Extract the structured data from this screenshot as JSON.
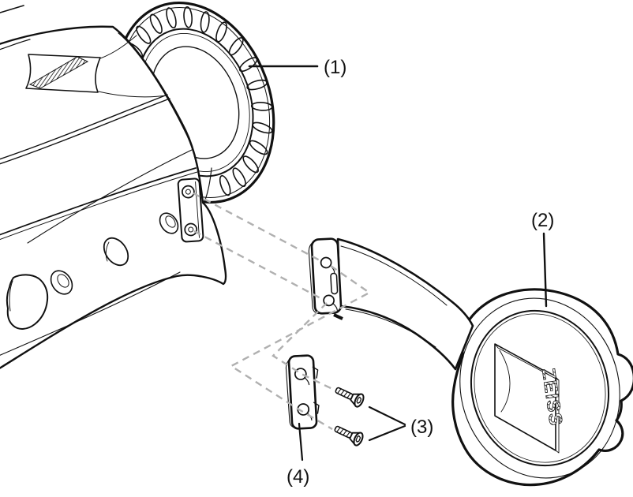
{
  "figure": {
    "description_type": "exploded-assembly-line-drawing",
    "background_color": "#ffffff",
    "line_color": "#111111",
    "dash_color": "#b0b0b0",
    "brand_wordmark": "ZEISS",
    "callouts": [
      {
        "label": "(1)"
      },
      {
        "label": "(2)"
      },
      {
        "label": "(3)"
      },
      {
        "label": "(4)"
      }
    ]
  }
}
